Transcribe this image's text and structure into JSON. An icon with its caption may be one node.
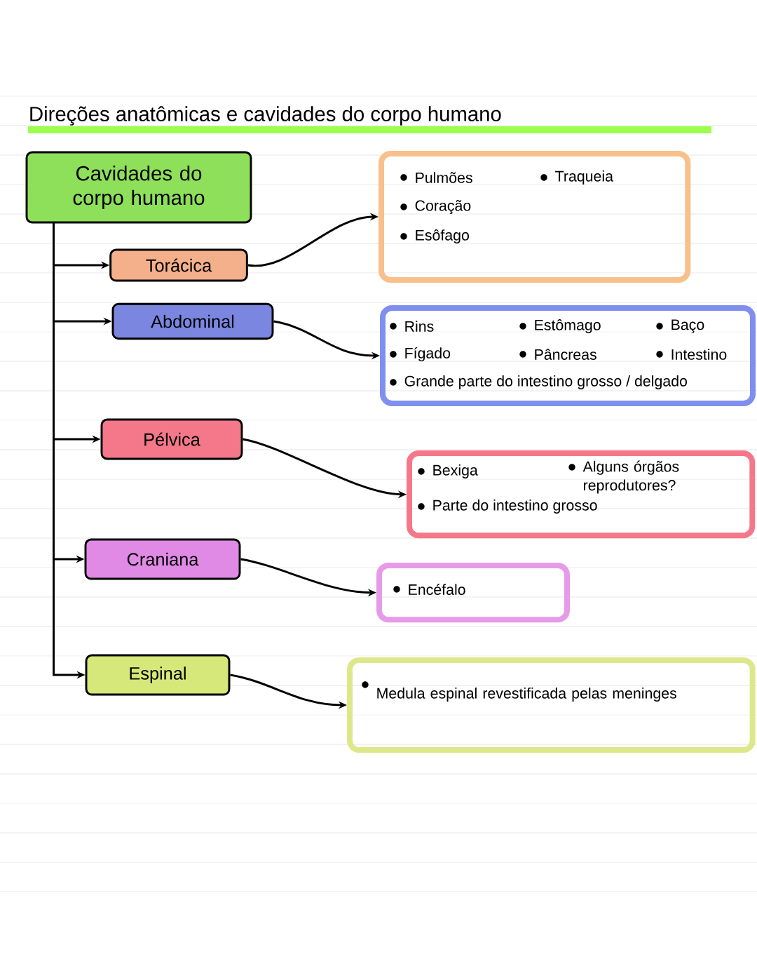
{
  "diagram": {
    "title": "Direções anatômicas e cavidades do corpo humano",
    "nodes": [
      {
        "text": [
          "Cavidades do corpo humano"
        ]
      },
      {
        "text": [
          "Torácica"
        ]
      },
      {
        "text": [
          "Pulmões",
          "Coração",
          "Esôfago",
          "Traqueia"
        ]
      },
      {
        "text": [
          "Abdominal"
        ]
      },
      {
        "text": [
          "Rins",
          "Estômago",
          "Baço",
          "Fígado",
          "Pâncreas",
          "Intestino",
          "Grande parte do intestino grosso / delgado"
        ]
      },
      {
        "text": [
          "Pélvica"
        ]
      },
      {
        "text": [
          "Bexiga",
          "Alguns órgãos reprodutores?",
          "Parte do intestino grosso"
        ]
      },
      {
        "text": [
          "Craniana"
        ]
      },
      {
        "text": [
          "Encéfalo"
        ]
      },
      {
        "text": [
          "Espinal"
        ]
      },
      {
        "text": [
          "Medula espinal revestificada pelas meninges"
        ]
      }
    ],
    "edges": [
      {
        "from": 0,
        "to": 1,
        "arrow": "to"
      },
      {
        "from": 0,
        "to": 3,
        "arrow": "to"
      },
      {
        "from": 0,
        "to": 5,
        "arrow": "to"
      },
      {
        "from": 0,
        "to": 7,
        "arrow": "to"
      },
      {
        "from": 0,
        "to": 9,
        "arrow": "to"
      },
      {
        "from": 1,
        "to": 2,
        "arrow": "to"
      },
      {
        "from": 3,
        "to": 4,
        "arrow": "to"
      },
      {
        "from": 5,
        "to": 6,
        "arrow": "to"
      },
      {
        "from": 7,
        "to": 8,
        "arrow": "to"
      },
      {
        "from": 9,
        "to": 10,
        "arrow": "to"
      }
    ]
  }
}
